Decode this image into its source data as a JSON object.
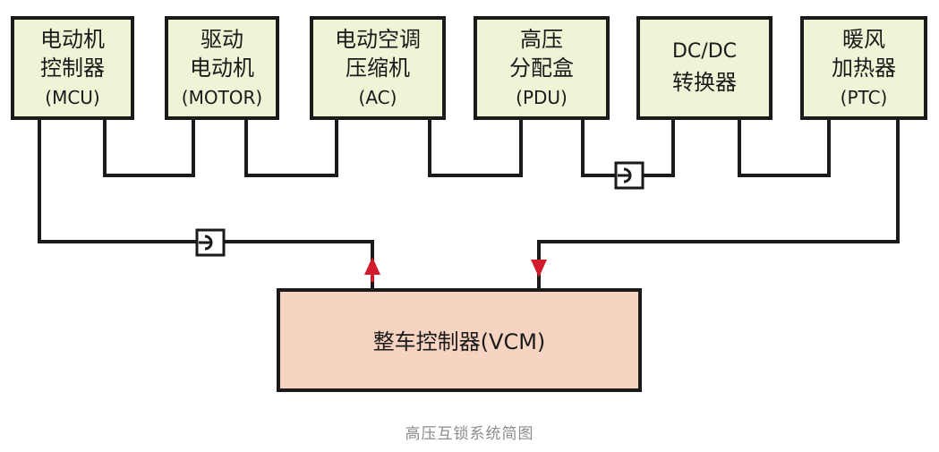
{
  "modules": [
    {
      "id": "mcu",
      "lines": [
        "电动机",
        "控制器",
        "(MCU)"
      ]
    },
    {
      "id": "motor",
      "lines": [
        "驱动",
        "电动机",
        "(MOTOR)"
      ]
    },
    {
      "id": "ac",
      "lines": [
        "电动空调",
        "压缩机",
        "(AC)"
      ]
    },
    {
      "id": "pdu",
      "lines": [
        "高压",
        "分配盒",
        "(PDU)"
      ]
    },
    {
      "id": "dcdc",
      "lines": [
        "DC/DC",
        "转换器"
      ]
    },
    {
      "id": "ptc",
      "lines": [
        "暖风",
        "加热器",
        "(PTC)"
      ]
    }
  ],
  "vcm": {
    "label": "整车控制器(VCM)"
  },
  "caption": "高压互锁系统简图",
  "colors": {
    "module_fill": "#eef5d6",
    "vcm_fill": "#f7d4c2",
    "line": "#1a1a1a",
    "arrow": "#d11a2a",
    "caption": "#8c8c8c"
  }
}
